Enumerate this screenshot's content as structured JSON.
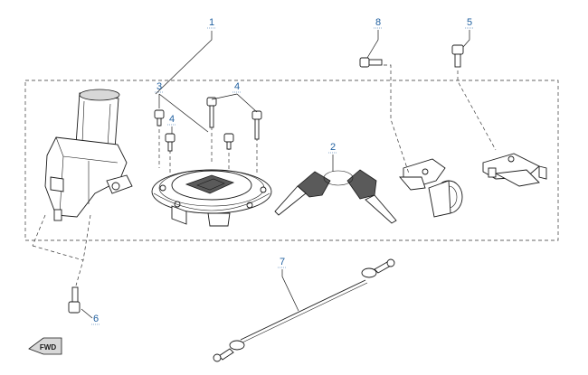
{
  "diagram": {
    "callouts": [
      {
        "id": "1",
        "label": "1"
      },
      {
        "id": "2",
        "label": "2"
      },
      {
        "id": "3",
        "label": "3"
      },
      {
        "id": "4a",
        "label": "4"
      },
      {
        "id": "4b",
        "label": "4"
      },
      {
        "id": "5",
        "label": "5"
      },
      {
        "id": "6",
        "label": "6"
      },
      {
        "id": "7",
        "label": "7"
      },
      {
        "id": "8",
        "label": "8"
      }
    ],
    "direction_arrow": {
      "label": "FWD"
    }
  }
}
